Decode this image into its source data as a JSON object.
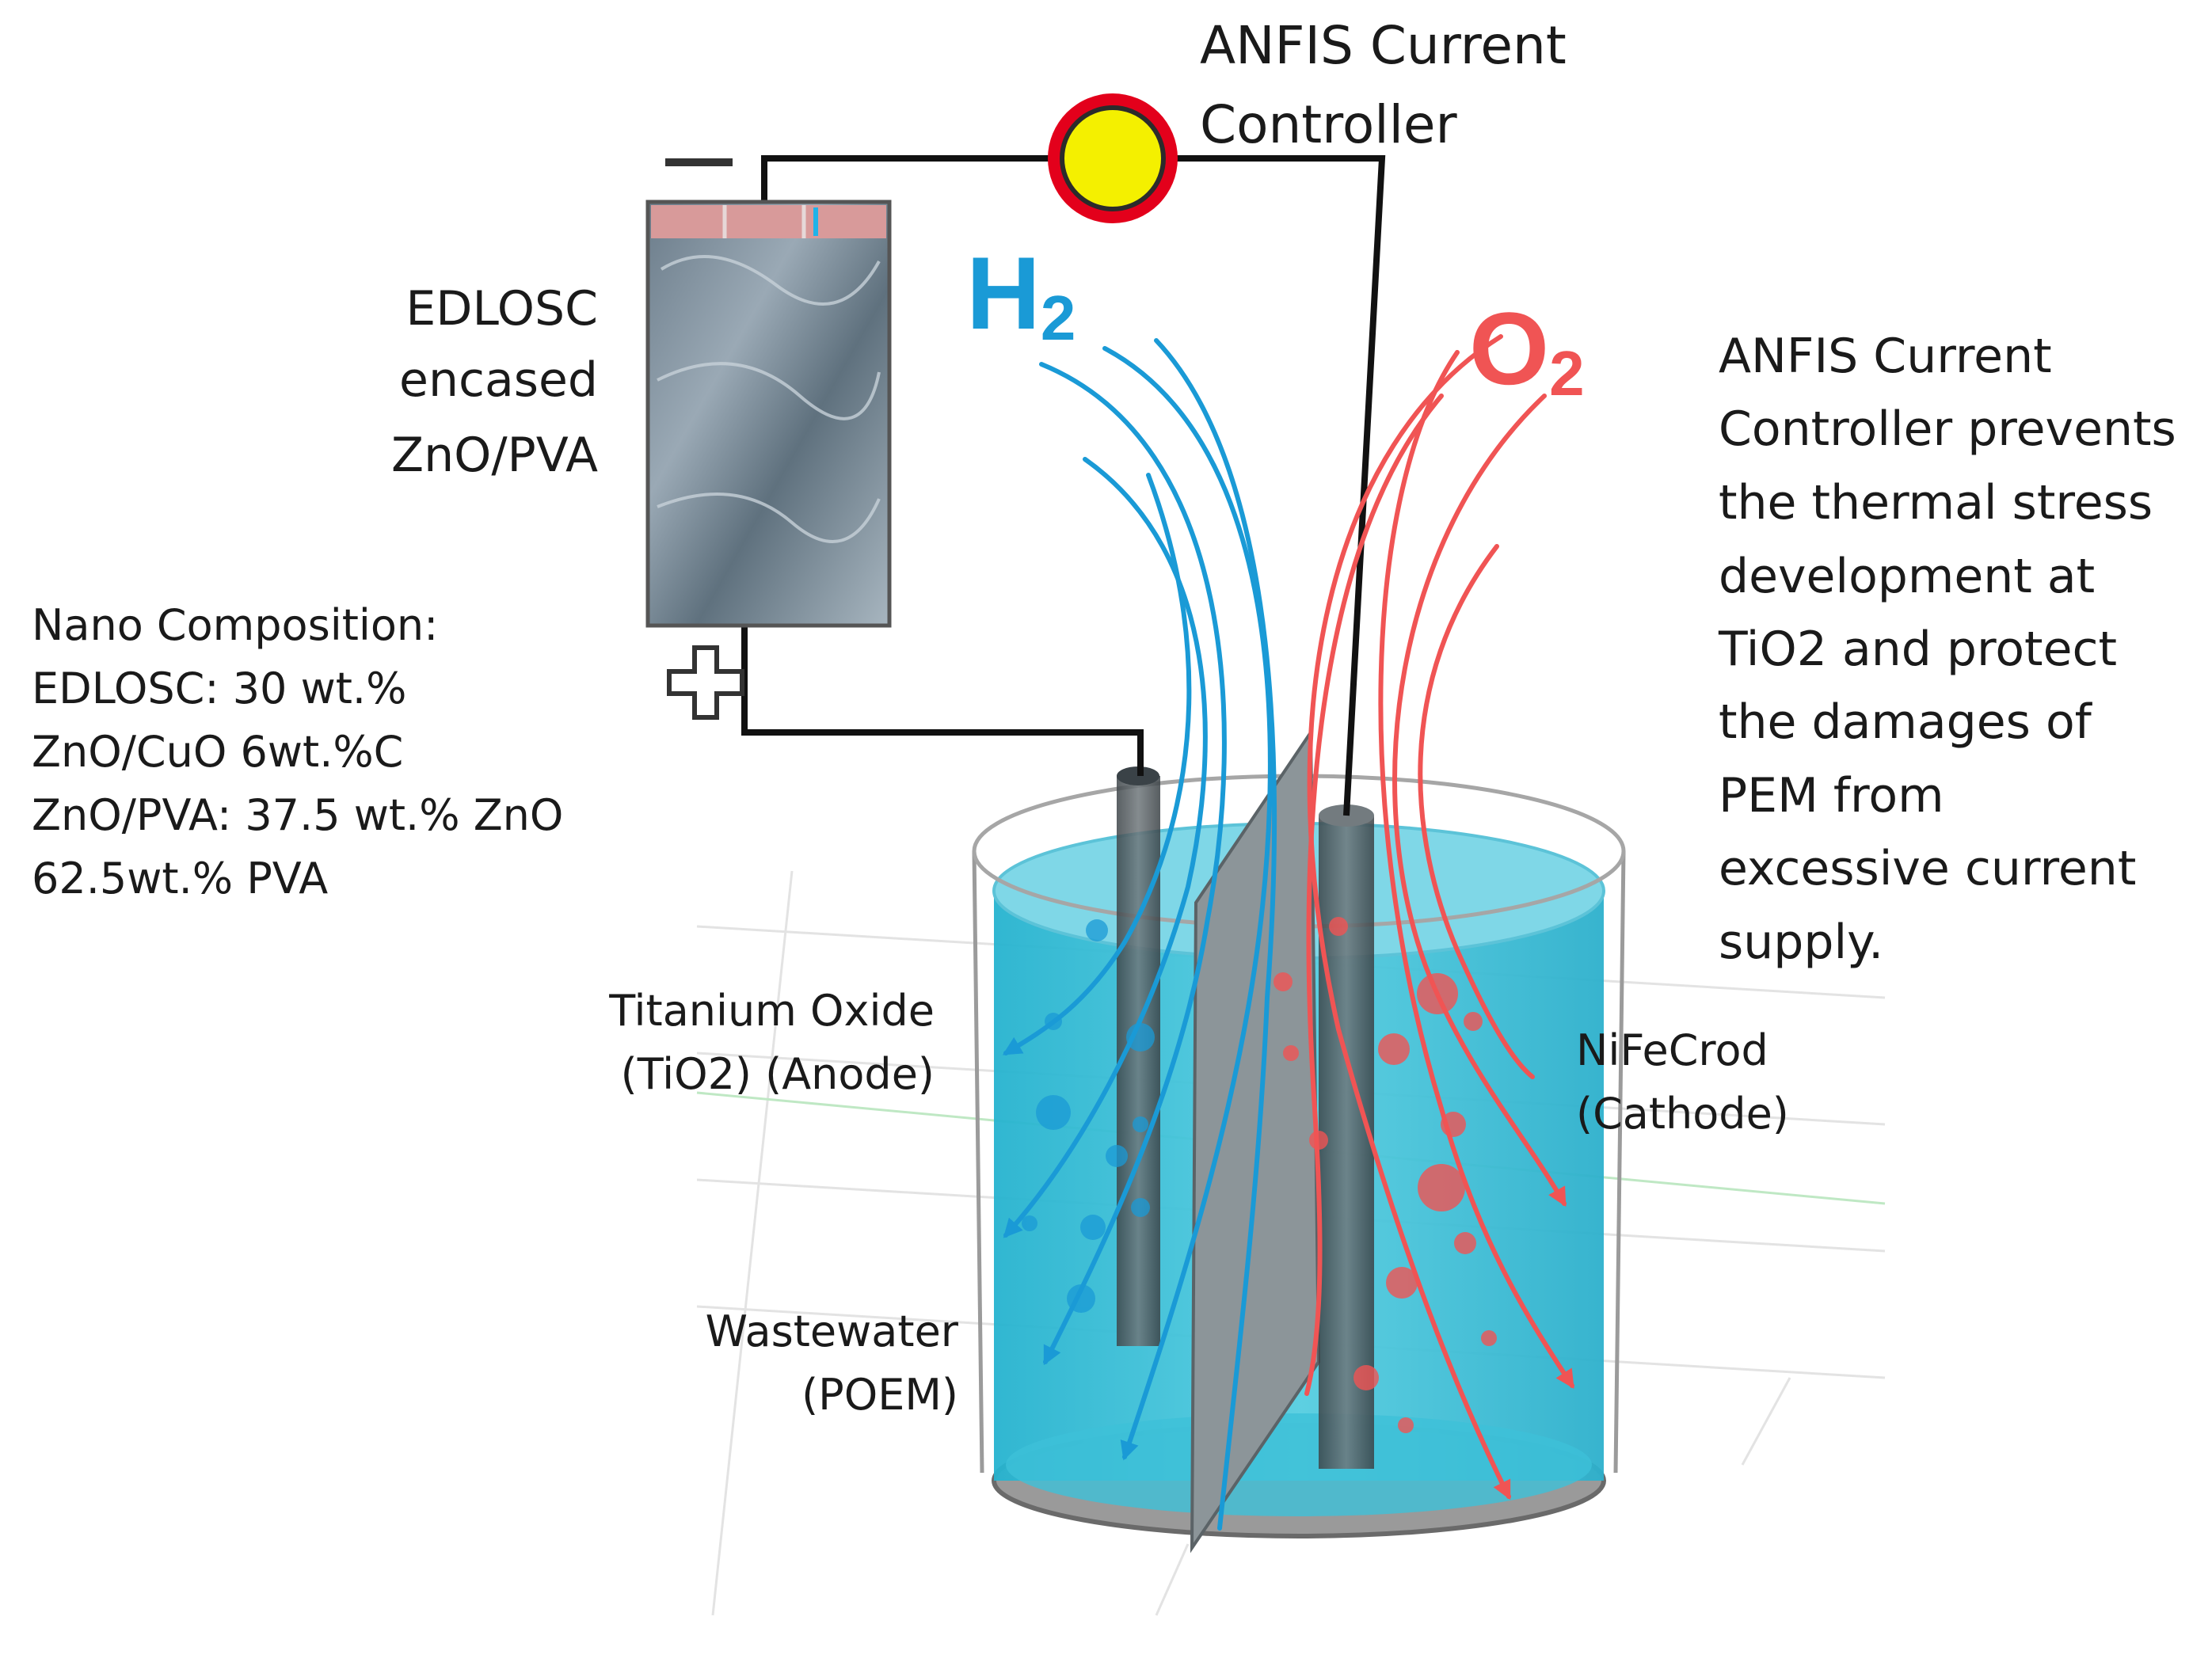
{
  "labels": {
    "controller_title": [
      "ANFIS Current",
      "Controller"
    ],
    "edlosc": [
      "EDLOSC",
      "encased",
      "ZnO/PVA"
    ],
    "nano": [
      "Nano Composition:",
      "EDLOSC: 30 wt.%",
      "ZnO/CuO 6wt.%C",
      "ZnO/PVA: 37.5 wt.% ZnO",
      "62.5wt.% PVA"
    ],
    "description": [
      "ANFIS Current",
      "Controller prevents",
      "the thermal stress",
      "development  at",
      "TiO2 and protect",
      "the damages of",
      "PEM  from",
      "excessive current",
      "supply."
    ],
    "anode": [
      "Titanium Oxide",
      "(TiO2) (Anode)"
    ],
    "cathode": [
      "NiFeCrod",
      "(Cathode)"
    ],
    "wastewater": [
      "Wastewater",
      "(POEM)"
    ],
    "h2": "H",
    "h2_sub": "2",
    "o2": "O",
    "o2_sub": "2",
    "minus": "−",
    "plus": "+"
  },
  "colors": {
    "hydrogen": "#1a9ad6",
    "oxygen": "#f05454",
    "water": "#2cb7d3",
    "controller_ring": "#e3001b",
    "controller_fill": "#f4f000",
    "wire": "#111111"
  }
}
